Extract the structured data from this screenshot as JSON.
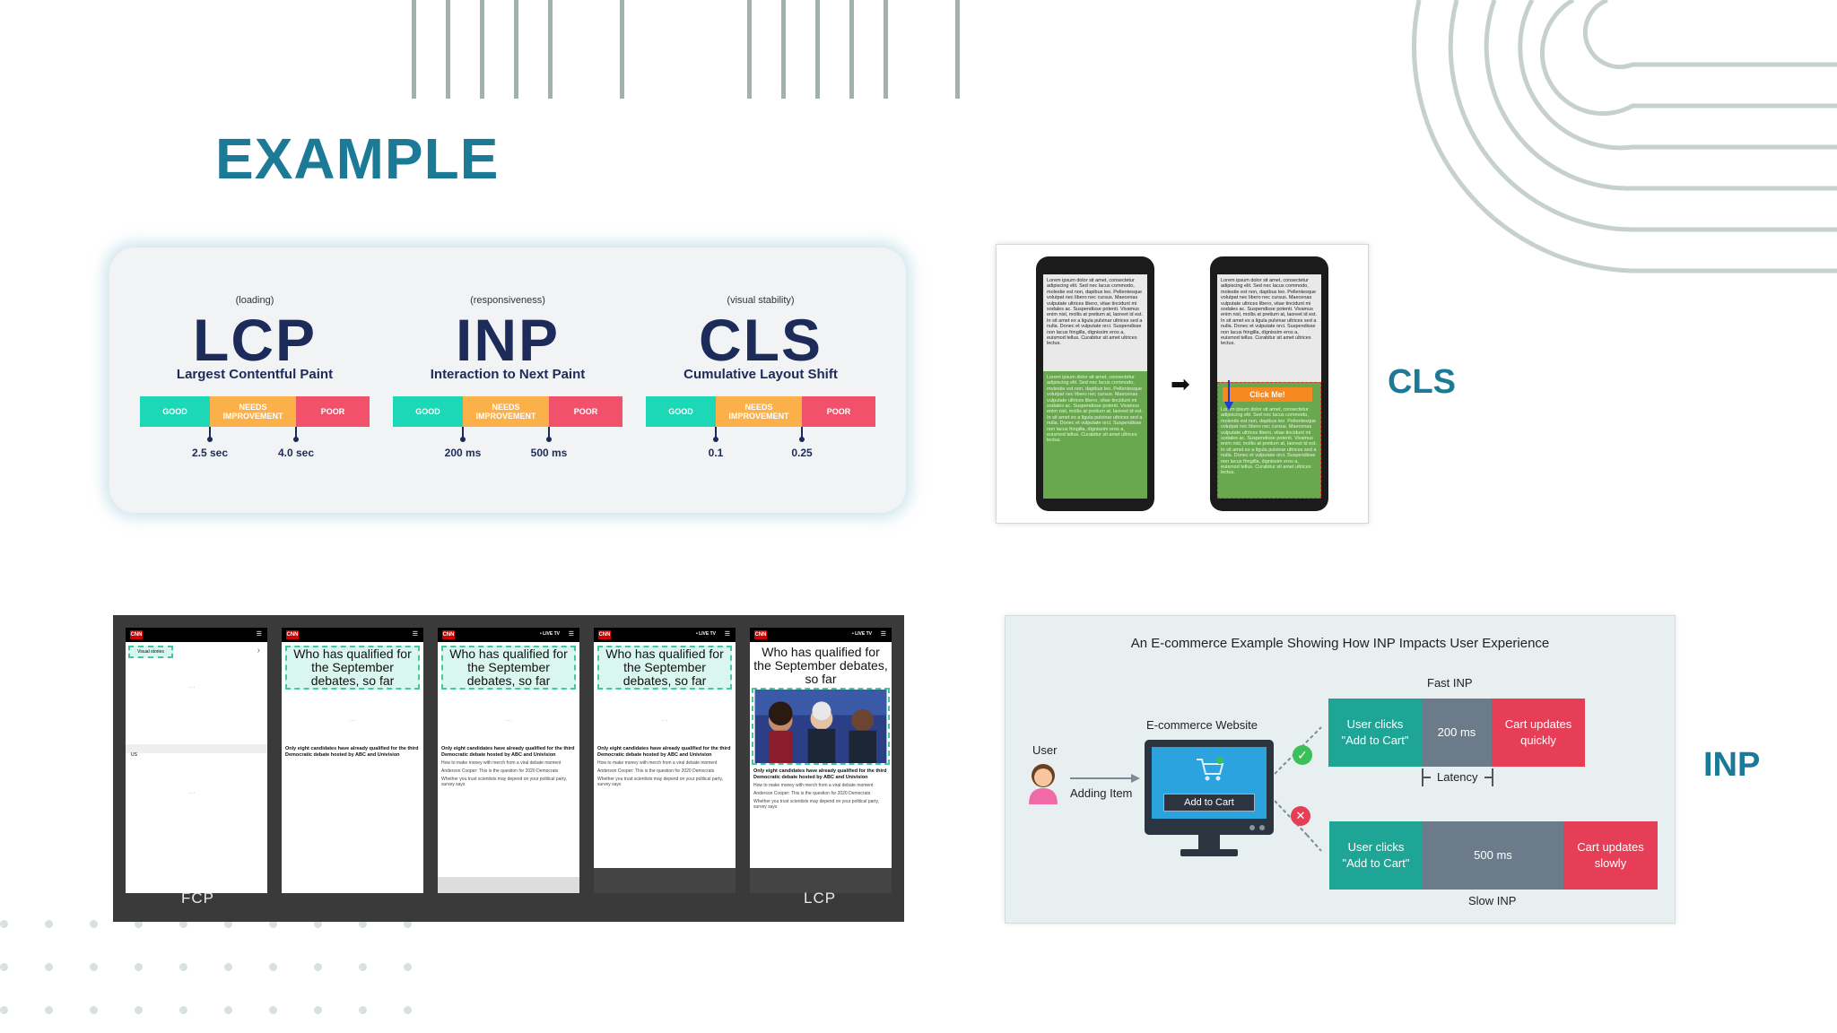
{
  "slide_title": "EXAMPLE",
  "cwv": {
    "metrics": [
      {
        "sub": "(loading)",
        "abbr": "LCP",
        "full": "Largest Contentful Paint",
        "good": "GOOD",
        "ni": "NEEDS IMPROVEMENT",
        "poor": "POOR",
        "t1": "2.5 sec",
        "t2": "4.0 sec"
      },
      {
        "sub": "(responsiveness)",
        "abbr": "INP",
        "full": "Interaction to Next Paint",
        "good": "GOOD",
        "ni": "NEEDS IMPROVEMENT",
        "poor": "POOR",
        "t1": "200 ms",
        "t2": "500 ms"
      },
      {
        "sub": "(visual stability)",
        "abbr": "CLS",
        "full": "Cumulative Layout Shift",
        "good": "GOOD",
        "ni": "NEEDS IMPROVEMENT",
        "poor": "POOR",
        "t1": "0.1",
        "t2": "0.25"
      }
    ]
  },
  "cls_image": {
    "lorem": "Lorem ipsum dolor sit amet, consectetur adipiscing elit. Sed nec lacus commodo, molestie est non, dapibus leo. Pellentesque volutpat nec libero nec cursus. Maecenas vulputate ultrices libero, vitae tincidunt mi sodales ac. Suspendisse potenti. Vivamus enim nisl, mollis at pretium at, laoreet id est. In sit amet ex a ligula pulvinar ultrices sed a nulla. Donec et vulputate orci. Suspendisse non lacus fringilla, dignissim eros a, euismod tellus. Curabitur sit amet ultrices lectus.",
    "button": "Click Me!",
    "arrow": "➡"
  },
  "cls_label": "CLS",
  "inp_label": "INP",
  "filmstrip": {
    "logo": "CNN",
    "live_tv": "• LIVE TV",
    "menu": "☰",
    "visual_stories": "Visual stories",
    "chevron": "›",
    "us": "US",
    "ellipsis": "···",
    "headline": "Who has qualified for the September debates, so far",
    "subhead": "Only eight candidates have already qualified for the third Democratic debate hosted by ABC and Univision",
    "line1": "How to make money with merch from a viral debate moment",
    "line2": "Anderson Cooper: This is the question for 2020 Democrats",
    "line3": "Whether you trust scientists may depend on your political party, survey says",
    "fcp_label": "FCP",
    "lcp_label": "LCP"
  },
  "inp_diagram": {
    "title": "An E-commerce Example Showing How INP Impacts User Experience",
    "user": "User",
    "adding_item": "Adding Item",
    "website": "E-commerce Website",
    "add_to_cart": "Add to Cart",
    "fast_inp": "Fast INP",
    "slow_inp": "Slow INP",
    "latency": "Latency",
    "fast_clicks": "User clicks \"Add to Cart\"",
    "fast_ms": "200 ms",
    "fast_result": "Cart updates quickly",
    "slow_clicks": "User clicks \"Add to Cart\"",
    "slow_ms": "500 ms",
    "slow_result": "Cart updates slowly",
    "check": "✓",
    "cross": "✕"
  },
  "colors": {
    "accent": "#1d7a97",
    "good": "#1dd8b6",
    "needs_improvement": "#fbb04a",
    "poor": "#f2516c",
    "navy": "#1c2b5a"
  }
}
